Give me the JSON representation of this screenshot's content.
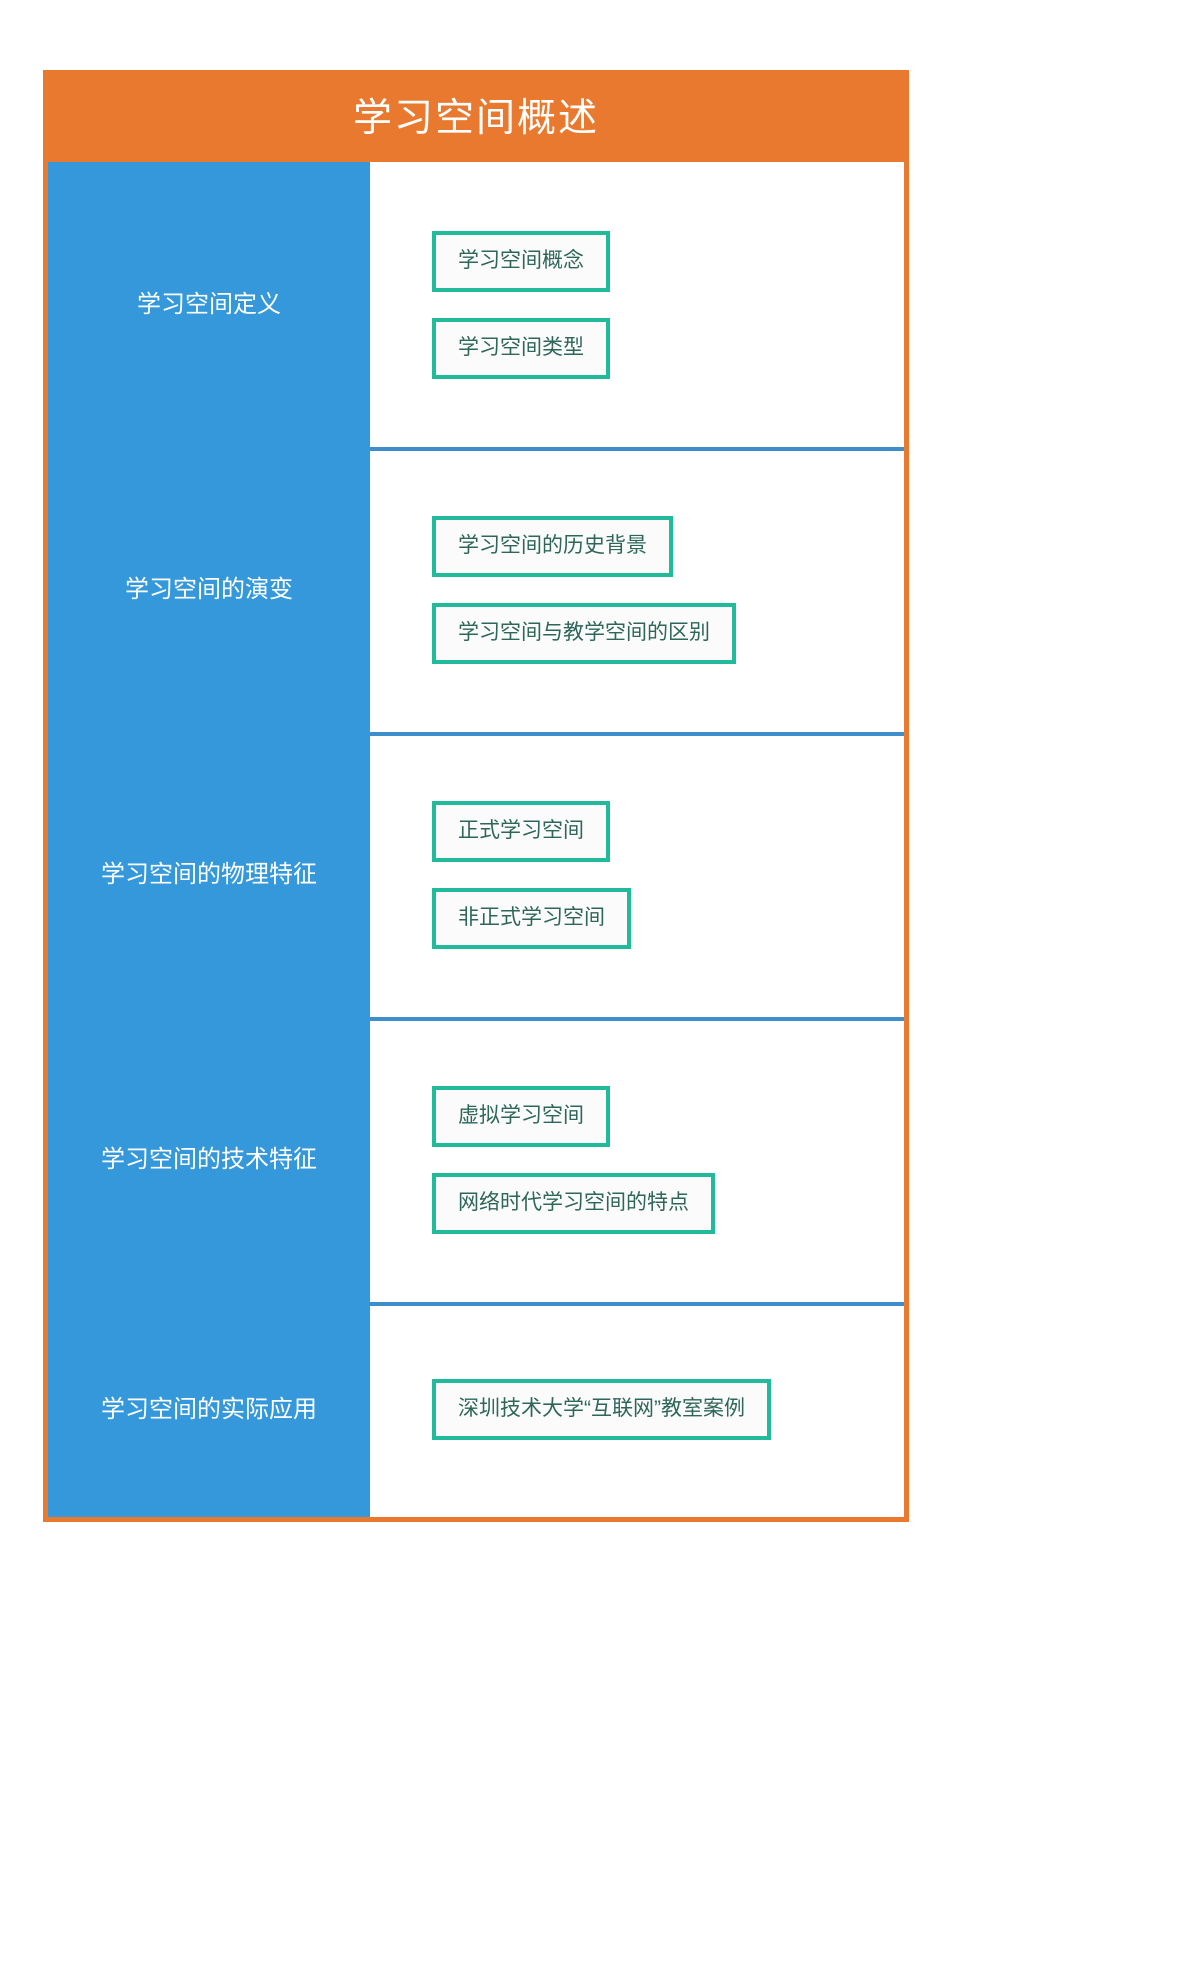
{
  "diagram": {
    "type": "hierarchy-outline",
    "title": "学习空间概述",
    "colors": {
      "frame": "#E8792E",
      "banner": "#E8792E",
      "banner_text": "#FFFFFF",
      "label_cell": "#3498DB",
      "label_text": "#FFFFFF",
      "divider": "#3E8ECC",
      "topic_border": "#21BA9B",
      "topic_text": "#2E6659",
      "content_bg": "#FFFFFF"
    },
    "rows": [
      {
        "label": "学习空间定义",
        "topics": [
          "学习空间概念",
          "学习空间类型"
        ]
      },
      {
        "label": "学习空间的演变",
        "topics": [
          "学习空间的历史背景",
          "学习空间与教学空间的区别"
        ]
      },
      {
        "label": "学习空间的物理特征",
        "topics": [
          "正式学习空间",
          "非正式学习空间"
        ]
      },
      {
        "label": "学习空间的技术特征",
        "topics": [
          "虚拟学习空间",
          "网络时代学习空间的特点"
        ]
      },
      {
        "label": "学习空间的实际应用",
        "topics": [
          "深圳技术大学“互联网”教室案例"
        ]
      }
    ]
  }
}
